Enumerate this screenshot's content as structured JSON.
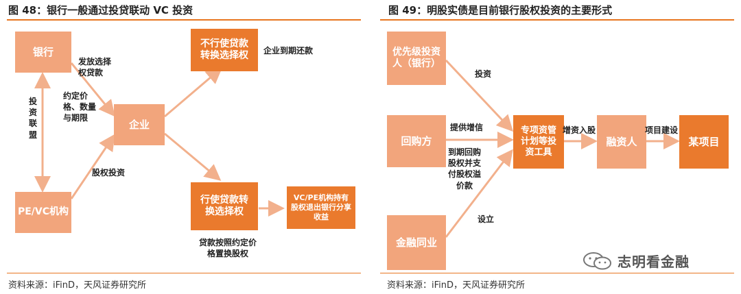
{
  "left": {
    "title": "图 48：银行一般通过投贷联动 VC 投资",
    "source": "资料来源：iFinD，天风证券研究所",
    "boxes": {
      "bank": "银行",
      "pevc": "PE/VC机构",
      "enterprise": "企业",
      "no_convert": "不行使贷款转换选择权",
      "convert": "行使贷款转换选择权",
      "result": "VC/PE机构持有股权退出银行分享收益"
    },
    "labels": {
      "issue_option": "发放选择权贷款",
      "agreed_terms": "约定价格、数量与期限",
      "alliance": "投资联盟",
      "equity_invest": "股权投资",
      "repay": "企业到期还款",
      "swap": "贷款按照约定价格置换股权"
    }
  },
  "right": {
    "title": "图 49：明股实债是目前银行股权投资的主要形式",
    "source": "资料来源：iFinD，天风证券研究所",
    "boxes": {
      "priority": "优先级投资人（银行）",
      "buyback": "回购方",
      "peer": "金融同业",
      "vehicle": "专项资管计划等投资工具",
      "financier": "融资人",
      "project": "某项目"
    },
    "labels": {
      "invest": "投资",
      "credit": "提供增信",
      "repurchase": "到期回购股权并支付股权溢价款",
      "subordinate": "设立",
      "capital": "增资入股",
      "construction": "项目建设"
    }
  },
  "watermark": {
    "text": "志明看金融",
    "icon": "wechat-icon"
  },
  "colors": {
    "accent": "#e8751f",
    "box_light": "#f2a57c",
    "box_dark": "#ea7a2d",
    "arrow": "#f2b08c"
  }
}
